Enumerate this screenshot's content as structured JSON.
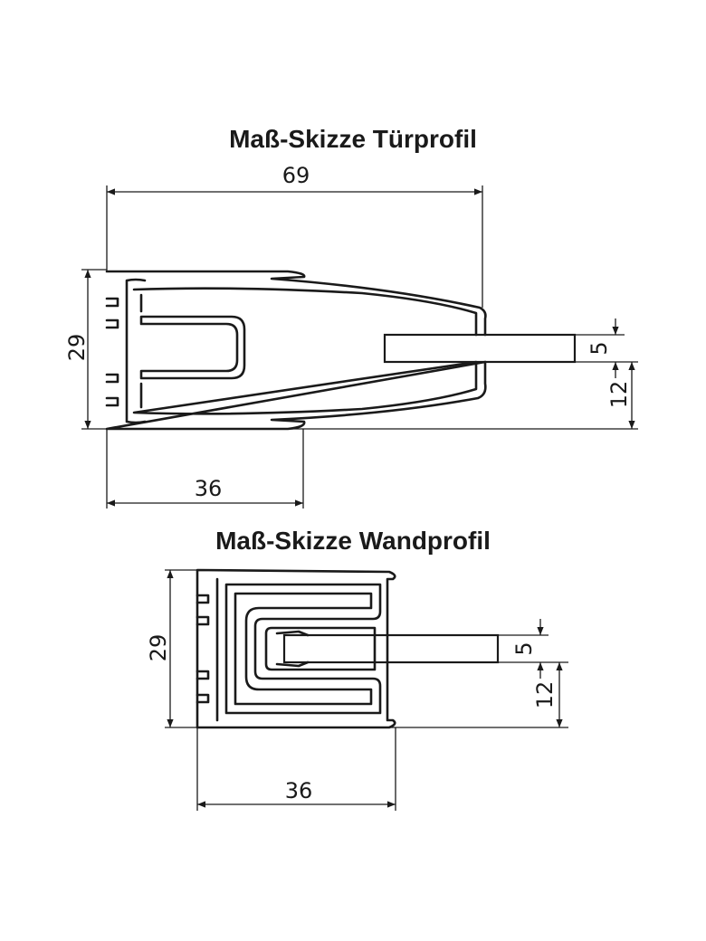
{
  "door_profile": {
    "title": "Maß-Skizze Türprofil",
    "dim_width": "69",
    "dim_height": "29",
    "dim_glass_thickness": "5",
    "dim_glass_offset": "12",
    "dim_base": "36"
  },
  "wall_profile": {
    "title": "Maß-Skizze Wandprofil",
    "dim_height": "29",
    "dim_glass_thickness": "5",
    "dim_glass_offset": "12",
    "dim_base": "36"
  },
  "colors": {
    "line": "#1a1a1a",
    "background": "#ffffff"
  }
}
